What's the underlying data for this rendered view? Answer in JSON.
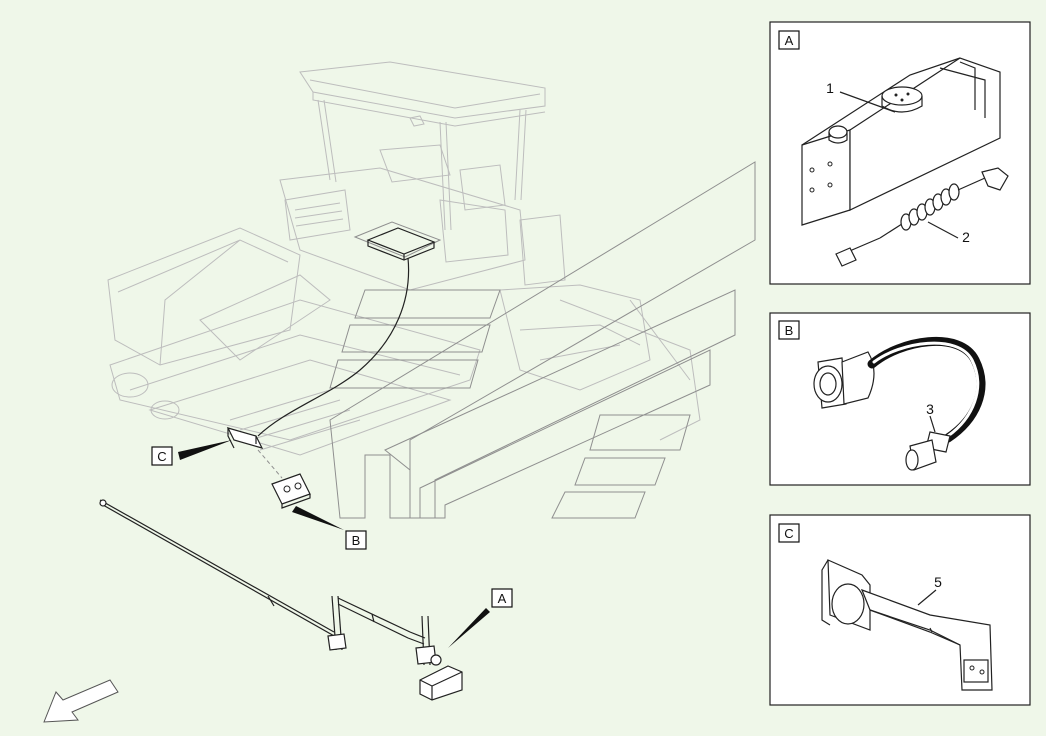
{
  "callouts": {
    "a": "A",
    "b": "B",
    "c": "C"
  },
  "panels": {
    "a": {
      "tag": "A",
      "parts": [
        "1",
        "2"
      ]
    },
    "b": {
      "tag": "B",
      "parts": [
        "3"
      ]
    },
    "c": {
      "tag": "C",
      "parts": [
        "5"
      ]
    }
  },
  "icons": {
    "direction": "direction-arrow-icon"
  }
}
